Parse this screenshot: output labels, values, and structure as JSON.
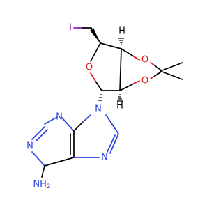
{
  "molecule": {
    "atom_labels": {
      "iodine": "I",
      "ring_oxygen": "O",
      "dioxolane_oxygen_top": "O",
      "dioxolane_oxygen_bottom": "O",
      "stereo_h_top": "H",
      "stereo_h_bottom": "H",
      "n9": "N",
      "n3": "N",
      "n1": "N",
      "n7": "N",
      "amine": "NH",
      "amine_subscript": "2"
    }
  },
  "colors": {
    "bond": "#000000",
    "nitrogen": "#2a3fe0",
    "oxygen": "#e02020",
    "iodine": "#8a1fb0",
    "background": "#ffffff"
  }
}
